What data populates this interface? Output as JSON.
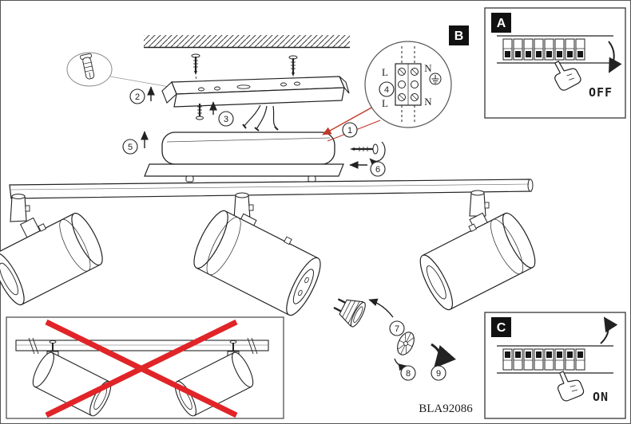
{
  "page": {
    "product_code": "BLA92086"
  },
  "sections": {
    "a_label": "A",
    "b_label": "B",
    "c_label": "C"
  },
  "power": {
    "off_label": "OFF",
    "on_label": "ON"
  },
  "wiring": {
    "l_top": "L",
    "n_top": "N",
    "l_bottom": "L",
    "n_bottom": "N"
  },
  "steps": {
    "s1": "1",
    "s2": "2",
    "s3": "3",
    "s4": "4",
    "s5": "5",
    "s6": "6",
    "s7": "7",
    "s8": "8",
    "s9": "9"
  },
  "colors": {
    "prohibition_red": "#e02428",
    "callout_red": "#c0392b",
    "line": "#222222"
  }
}
